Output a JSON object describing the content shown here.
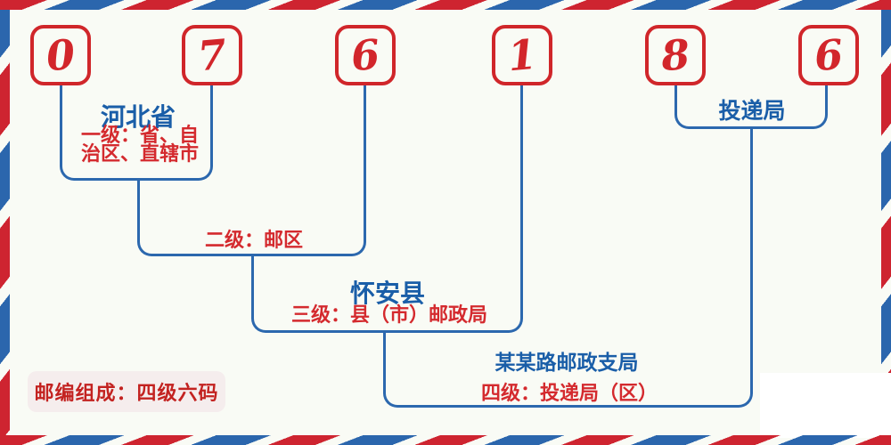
{
  "postal_code": {
    "code": "076186",
    "digits": [
      "0",
      "7",
      "6",
      "1",
      "8",
      "6"
    ]
  },
  "annotations": {
    "province_name": "河北省",
    "level1_desc": [
      "一级：省、自",
      "治区、直辖市"
    ],
    "level2_desc": "二级：邮区",
    "county_name": "怀安县",
    "level3_desc": "三级：县（市）邮政局",
    "delivery_office_label": "投递局",
    "branch_name": "某某路邮政支局",
    "level4_desc": "四级：投递局（区）",
    "composition_note": "邮编组成：四级六码"
  },
  "colors": {
    "stripe_red": "#ce2430",
    "stripe_blue": "#2b66ad",
    "box_border_red": "#d0262a",
    "digit_red": "#d2262b",
    "connector_blue": "#2c68ae",
    "label_blue": "#1a5ea8",
    "label_red": "#d42a2e",
    "note_background": "#f5eded",
    "note_text_red": "#c32220",
    "page_background": "#f9fbf5"
  }
}
